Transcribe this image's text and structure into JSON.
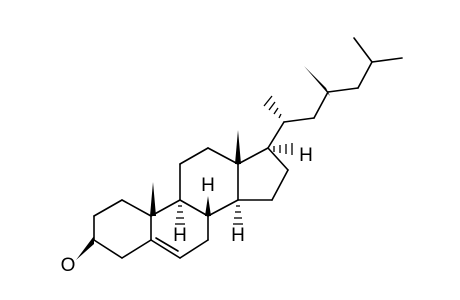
{
  "structure": {
    "atom_labels": {
      "oxygen": "O",
      "h_c9": "H",
      "h_c8": "H",
      "h_c14": "H",
      "h_c17": "H"
    }
  }
}
